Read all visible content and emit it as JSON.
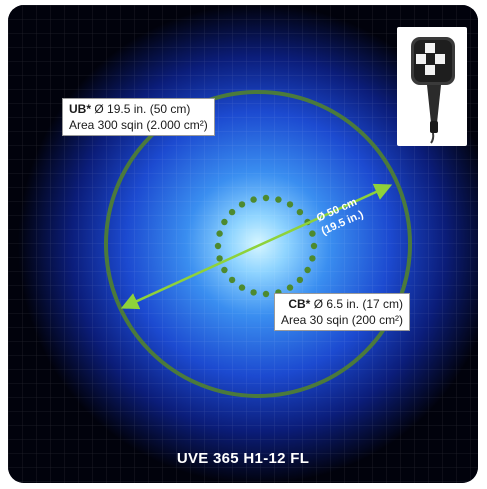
{
  "ub_label": {
    "name": "UB*",
    "dims": "Ø 19.5 in. (50 cm)",
    "area": "Area 300 sqin (2.000 cm²)"
  },
  "cb_label": {
    "name": "CB*",
    "dims": "Ø 6.5 in. (17 cm)",
    "area": "Area 30 sqin (200 cm²)"
  },
  "diameter_label": {
    "line1": "Ø 50 cm",
    "line2": "(19.5 in.)"
  },
  "caption": "UVE 365 H1-12 FL",
  "colors": {
    "background": "#01020c",
    "glow_center": "#c8f0ff",
    "glow_mid": "#1f56d8",
    "outer_ring": "#4b7a3c",
    "inner_dots": "#4d8a2f",
    "arrow": "#8ed23a"
  },
  "icons": {
    "product": "uv-lamp-flashlight-icon"
  }
}
